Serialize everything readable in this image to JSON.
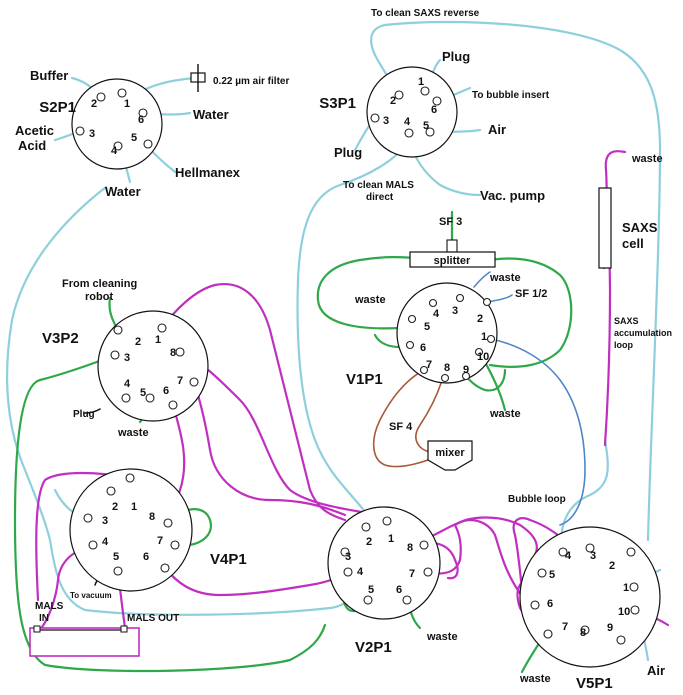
{
  "colors": {
    "cyan": "#8ecfdd",
    "magenta": "#c02fc0",
    "green": "#2fa84a",
    "brown": "#a85a3a",
    "blue": "#4f86c6",
    "black": "#111111"
  },
  "valves": {
    "s2p1": "S2P1",
    "s3p1": "S3P1",
    "v3p2": "V3P2",
    "v1p1": "V1P1",
    "v4p1": "V4P1",
    "v2p1": "V2P1",
    "v5p1": "V5P1"
  },
  "ports": {
    "p1": "1",
    "p2": "2",
    "p3": "3",
    "p4": "4",
    "p5": "5",
    "p6": "6",
    "p7": "7",
    "p8": "8",
    "p9": "9",
    "p10": "10"
  },
  "labels": {
    "buffer": "Buffer",
    "air_filter": "0.22 µm air filter",
    "water": "Water",
    "acetic": "Acetic",
    "acid": "Acid",
    "hellmanex": "Hellmanex",
    "plug": "Plug",
    "to_bubble_insert": "To bubble insert",
    "air": "Air",
    "vac_pump": "Vac. pump",
    "to_clean_mals_1": "To clean MALS",
    "to_clean_mals_2": "direct",
    "to_clean_saxs_reverse": "To clean SAXS reverse",
    "waste": "waste",
    "saxs_cell_1": "SAXS",
    "saxs_cell_2": "cell",
    "sf3": "SF 3",
    "splitter": "splitter",
    "sf12": "SF 1/2",
    "sf4": "SF 4",
    "mixer": "mixer",
    "from_cleaning_1": "From cleaning",
    "from_cleaning_2": "robot",
    "saxs_acc_1": "SAXS",
    "saxs_acc_2": "accumulation",
    "saxs_acc_3": "loop",
    "bubble_loop": "Bubble loop",
    "to_vacuum": "To vacuum",
    "mals_in_1": "MALS",
    "mals_in_2": "IN",
    "mals_out": "MALS OUT"
  }
}
